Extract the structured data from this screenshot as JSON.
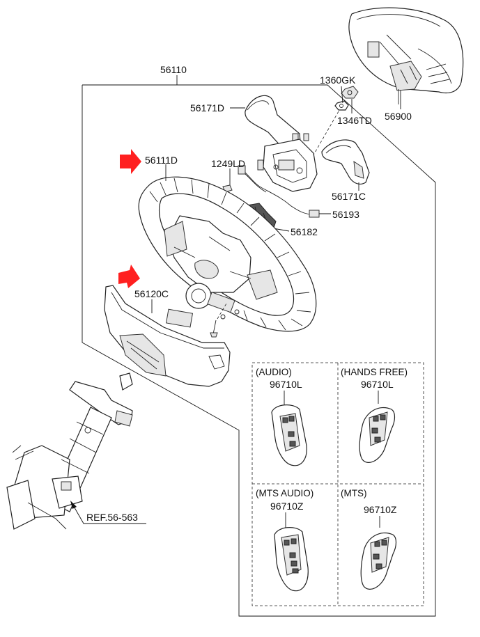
{
  "colors": {
    "arrow": "#ff2020",
    "line": "#111111",
    "background": "#ffffff"
  },
  "labels": {
    "assembly": "56110",
    "airbag_nut_a": "1360GK",
    "airbag_nut_b": "1346TD",
    "airbag_module": "56900",
    "cover_left": "56171D",
    "wheel_body": "56111D",
    "bolt": "1249LD",
    "cover_right": "56171C",
    "harness": "56193",
    "switch_connector": "56182",
    "lower_cover": "56120C",
    "reference": "REF.56-563"
  },
  "switch_panels": [
    {
      "title": "(AUDIO)",
      "part": "96710L"
    },
    {
      "title": "(HANDS FREE)",
      "part": "96710L"
    },
    {
      "title": "(MTS AUDIO)",
      "part": "96710Z"
    },
    {
      "title": "(MTS)",
      "part": "96710Z"
    }
  ]
}
